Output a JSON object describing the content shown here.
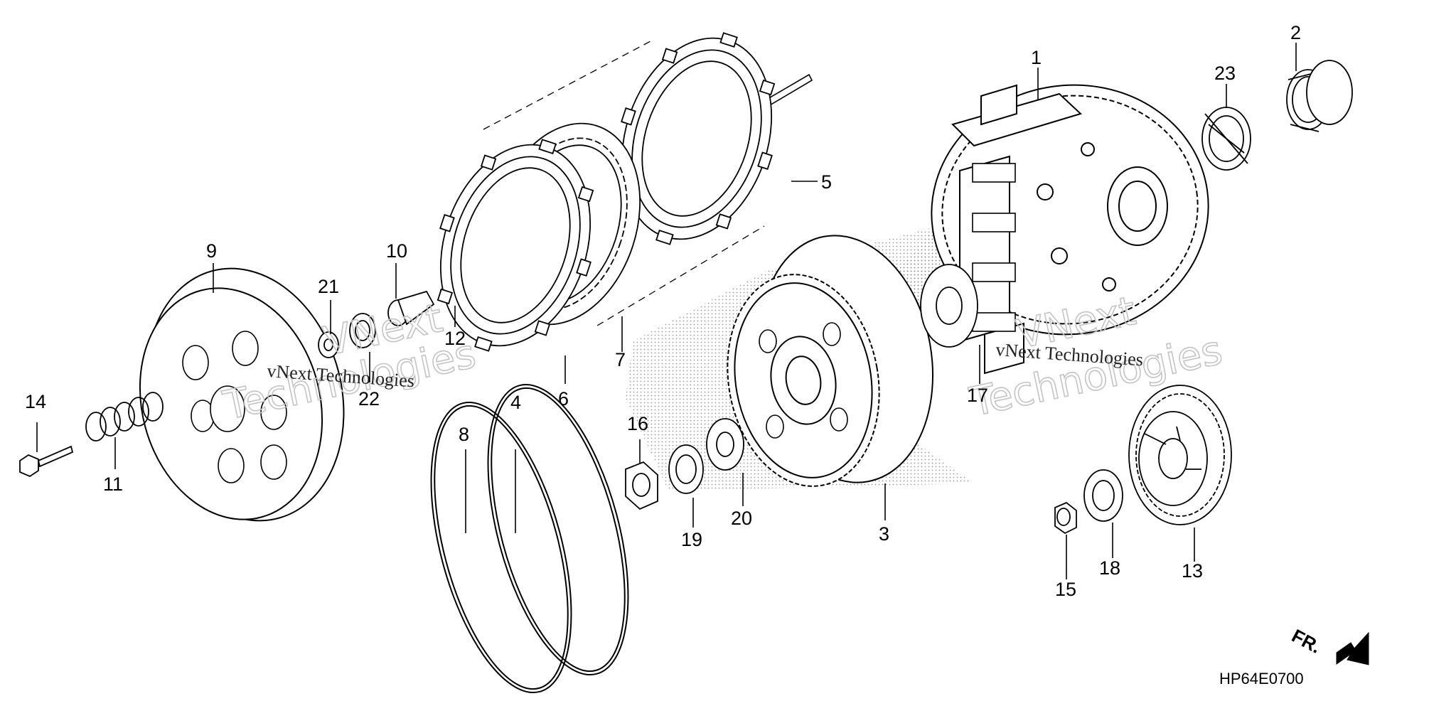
{
  "callouts": [
    "1",
    "2",
    "3",
    "4",
    "5",
    "6",
    "7",
    "8",
    "9",
    "10",
    "11",
    "12",
    "13",
    "14",
    "15",
    "16",
    "17",
    "18",
    "19",
    "20",
    "21",
    "22",
    "23"
  ],
  "watermark": {
    "brand": "VNext",
    "word": "Technologies",
    "inline": "vNext Technologies"
  },
  "front_indicator": "FR.",
  "diagram_code": "HP64E0700"
}
